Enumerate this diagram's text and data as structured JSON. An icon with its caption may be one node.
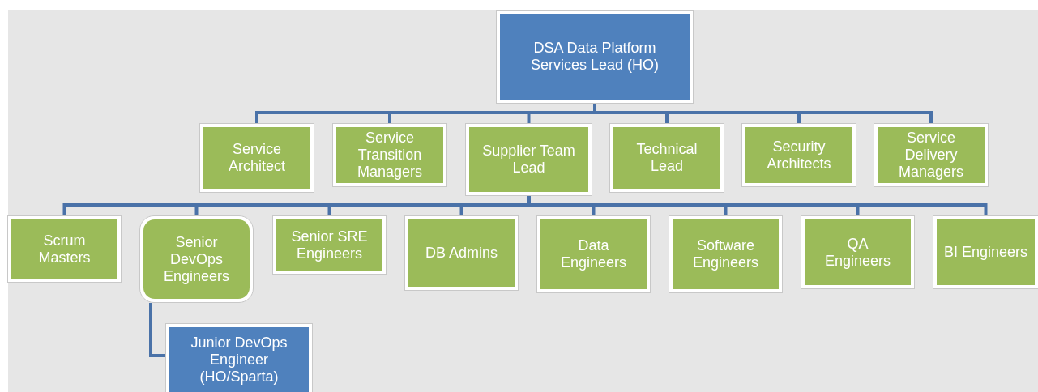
{
  "diagram": {
    "nodes": [
      {
        "text": [
          "DSA Data Platform Services Lead (HO)"
        ]
      },
      {
        "text": [
          "Service Architect"
        ]
      },
      {
        "text": [
          "Service Transition Managers"
        ]
      },
      {
        "text": [
          "Supplier Team Lead"
        ]
      },
      {
        "text": [
          "Technical Lead"
        ]
      },
      {
        "text": [
          "Security Architects"
        ]
      },
      {
        "text": [
          "Service Delivery Managers"
        ]
      },
      {
        "text": [
          "Scrum Masters"
        ]
      },
      {
        "text": [
          "Senior DevOps Engineers"
        ]
      },
      {
        "text": [
          "Senior SRE Engineers"
        ]
      },
      {
        "text": [
          "DB Admins"
        ]
      },
      {
        "text": [
          "Data Engineers"
        ]
      },
      {
        "text": [
          "Software Engineers"
        ]
      },
      {
        "text": [
          "QA Engineers"
        ]
      },
      {
        "text": [
          "BI Engineers"
        ]
      },
      {
        "text": [
          "Junior DevOps Engineer (HO/Sparta)"
        ]
      }
    ],
    "edges": [
      {
        "from": 0,
        "to": 1,
        "arrow": "none"
      },
      {
        "from": 0,
        "to": 2,
        "arrow": "none"
      },
      {
        "from": 0,
        "to": 3,
        "arrow": "none"
      },
      {
        "from": 0,
        "to": 4,
        "arrow": "none"
      },
      {
        "from": 0,
        "to": 5,
        "arrow": "none"
      },
      {
        "from": 0,
        "to": 6,
        "arrow": "none"
      },
      {
        "from": 3,
        "to": 7,
        "arrow": "none"
      },
      {
        "from": 3,
        "to": 8,
        "arrow": "none"
      },
      {
        "from": 3,
        "to": 9,
        "arrow": "none"
      },
      {
        "from": 3,
        "to": 10,
        "arrow": "none"
      },
      {
        "from": 3,
        "to": 11,
        "arrow": "none"
      },
      {
        "from": 3,
        "to": 12,
        "arrow": "none"
      },
      {
        "from": 3,
        "to": 13,
        "arrow": "none"
      },
      {
        "from": 3,
        "to": 14,
        "arrow": "none"
      },
      {
        "from": 8,
        "to": 15,
        "arrow": "none"
      }
    ]
  }
}
